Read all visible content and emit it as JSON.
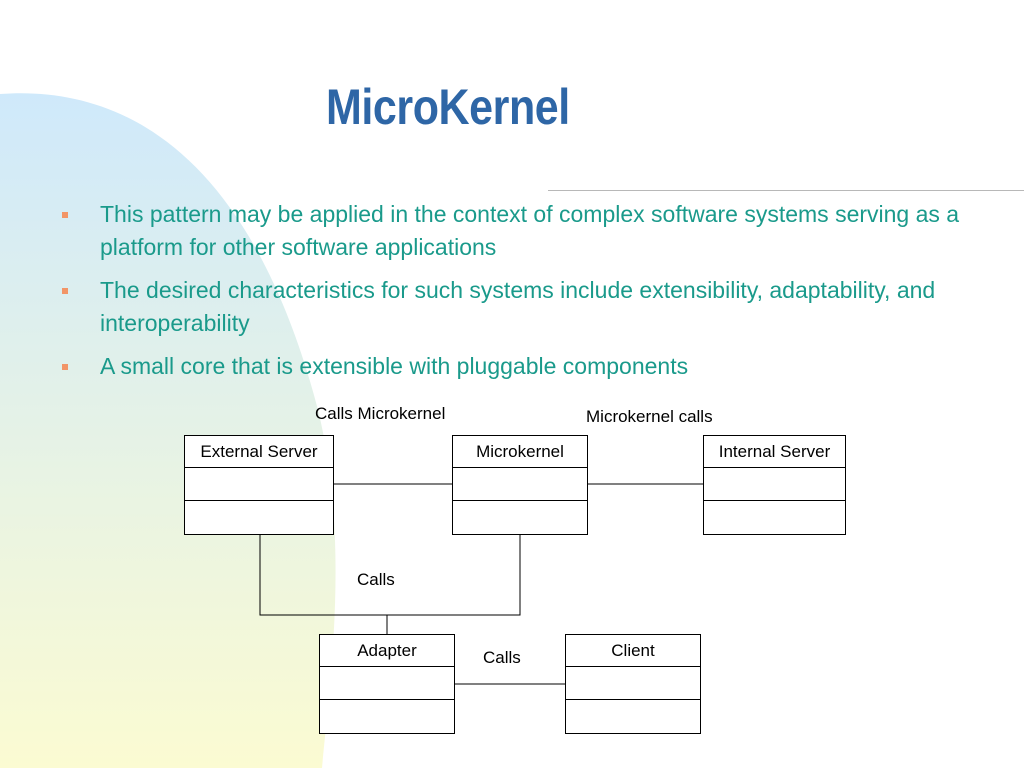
{
  "slide": {
    "title": "MicroKernel",
    "bullets": [
      "This pattern may be applied in the context of complex software systems serving as a platform for other software applications",
      "The desired characteristics for such systems include extensibility, adaptability, and interoperability",
      "A small core that is extensible with pluggable components"
    ]
  },
  "diagram": {
    "classes": {
      "external_server": "External Server",
      "microkernel": "Microkernel",
      "internal_server": "Internal Server",
      "adapter": "Adapter",
      "client": "Client"
    },
    "relations": {
      "external_to_microkernel": "Calls Microkernel",
      "microkernel_to_internal": "Microkernel calls",
      "adapter_calls": "Calls",
      "client_calls": "Calls"
    }
  },
  "colors": {
    "title": "#2e66a6",
    "bullet_text": "#1a9a8b",
    "bullet_marker": "#f29567",
    "background_blue": "#cfe9fb",
    "background_yellow": "#fbfbd2"
  }
}
